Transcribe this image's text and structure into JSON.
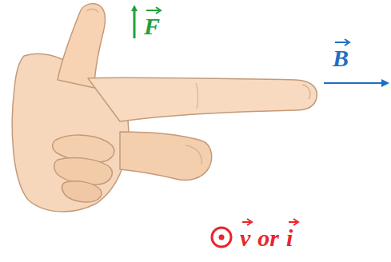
{
  "diagram": {
    "labels": [
      "F",
      "B",
      "v",
      "or",
      "i"
    ]
  }
}
